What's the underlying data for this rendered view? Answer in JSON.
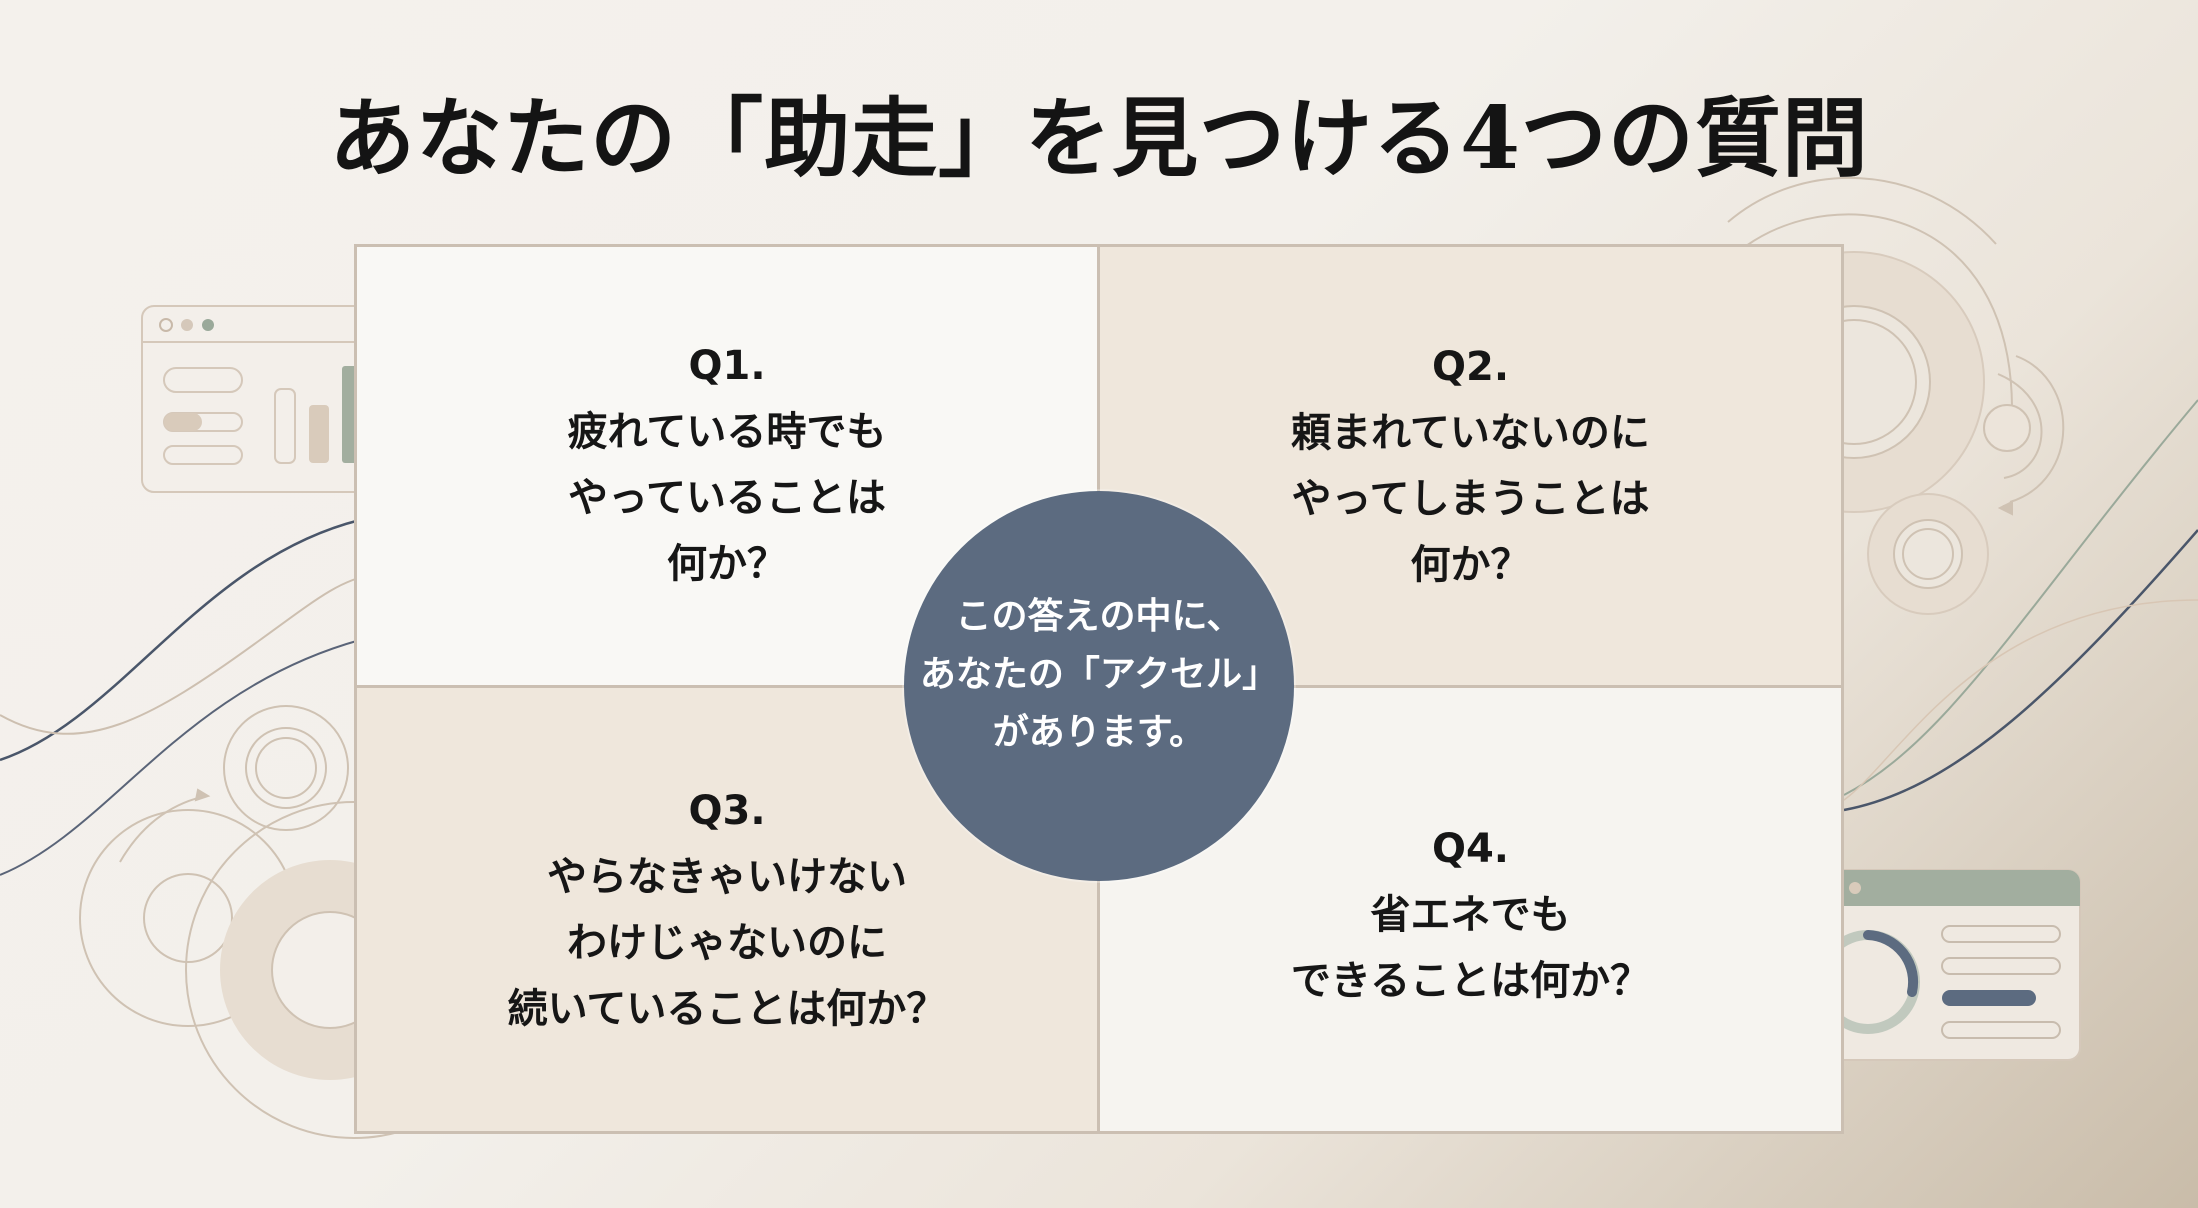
{
  "title": "あなたの「助走」を見つける4つの質問",
  "questions": [
    {
      "label": "Q1.",
      "lines": [
        "疲れている時でも",
        "やっていることは",
        "何か？"
      ]
    },
    {
      "label": "Q2.",
      "lines": [
        "頼まれていないのに",
        "やってしまうことは",
        "何か？"
      ]
    },
    {
      "label": "Q3.",
      "lines": [
        "やらなきゃいけない",
        "わけじゃないのに",
        "続いていることは何か？"
      ]
    },
    {
      "label": "Q4.",
      "lines": [
        "省エネでも",
        "できることは何か？"
      ]
    }
  ],
  "center": {
    "lines": [
      "この答えの中に、",
      "あなたの「アクセル」",
      "があります。"
    ]
  },
  "colors": {
    "center_circle": "#5c6b80",
    "cell_light": "#f9f8f5",
    "cell_beige": "#efe7dc",
    "border": "#cbbfb2",
    "accent_sage": "#9aa99a",
    "accent_tan": "#d9cbbb"
  },
  "decorations": {
    "top_left": "dashboard-window-bar-chart-icon",
    "bottom_right": "dashboard-window-donut-chart-icon",
    "bottom_left": "gears-icon",
    "top_right": "gears-icon"
  }
}
